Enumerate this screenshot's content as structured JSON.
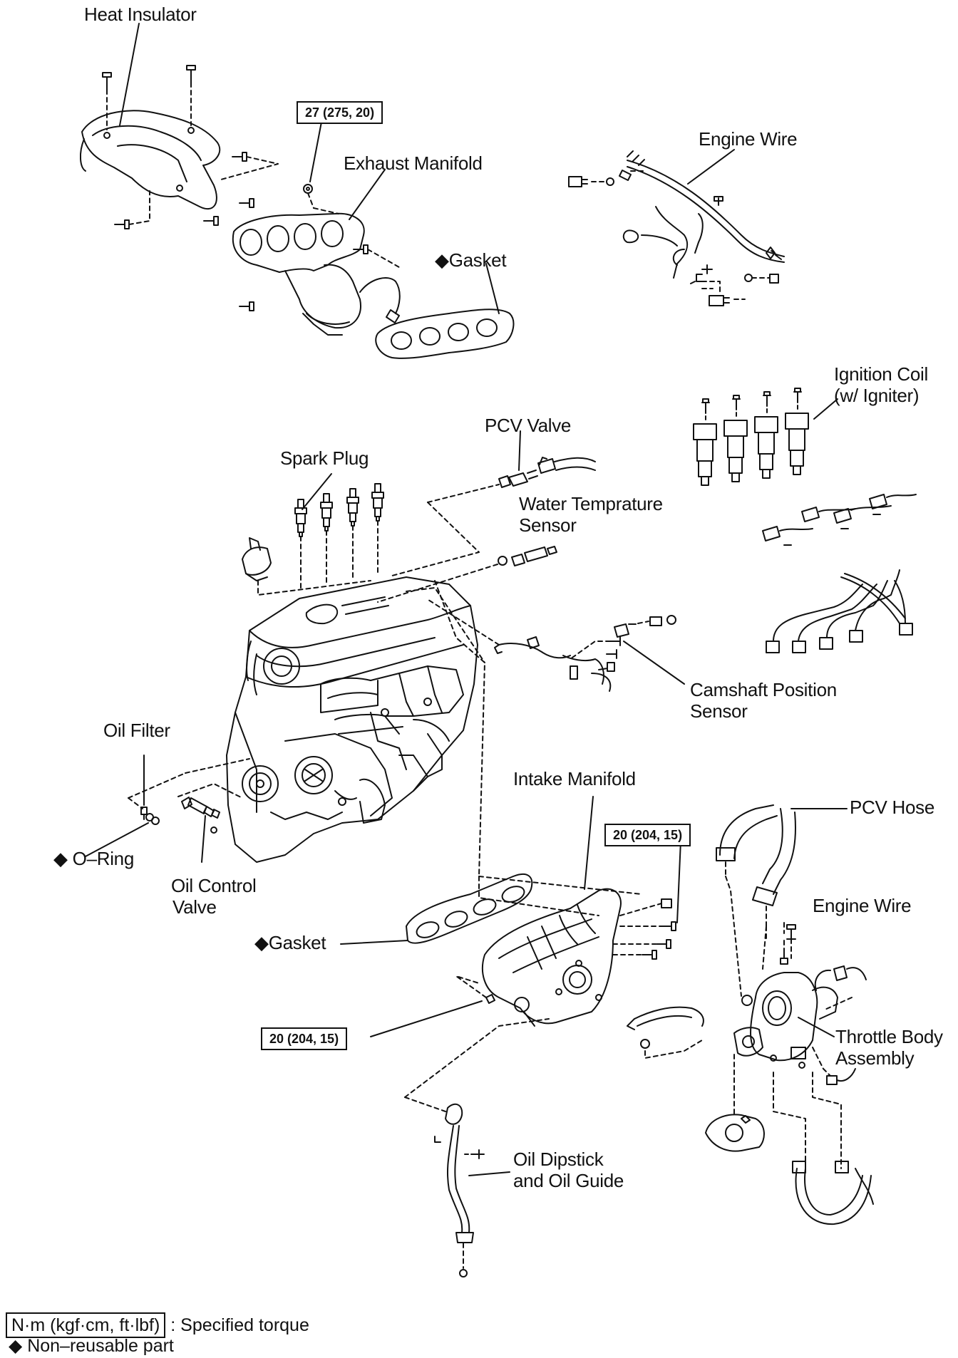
{
  "labels": {
    "heat_insulator": "Heat Insulator",
    "exhaust_manifold": "Exhaust Manifold",
    "gasket_exhaust": "Gasket",
    "engine_wire_top": "Engine Wire",
    "ignition_coil_l1": "Ignition Coil",
    "ignition_coil_l2": "(w/ Igniter)",
    "pcv_valve": "PCV Valve",
    "spark_plug": "Spark Plug",
    "water_temp_l1": "Water Temprature",
    "water_temp_l2": "Sensor",
    "camshaft_l1": "Camshaft Position",
    "camshaft_l2": "Sensor",
    "oil_filter": "Oil Filter",
    "o_ring": "O–Ring",
    "oil_control_l1": "Oil Control",
    "oil_control_l2": "Valve",
    "intake_manifold": "Intake Manifold",
    "pcv_hose": "PCV Hose",
    "engine_wire_lower": "Engine Wire",
    "gasket_intake": "Gasket",
    "throttle_l1": "Throttle Body",
    "throttle_l2": "Assembly",
    "dipstick_l1": "Oil Dipstick",
    "dipstick_l2": "and Oil Guide"
  },
  "torque_specs": {
    "exhaust": "27 (275, 20)",
    "intake_upper": "20 (204, 15)",
    "intake_lower": "20 (204, 15)"
  },
  "legend": {
    "torque_unit": "N·m (kgf·cm, ft·lbf)",
    "torque_desc": ": Specified torque",
    "non_reusable_symbol": "◆",
    "non_reusable_desc": "Non–reusable part"
  },
  "symbols": {
    "non_reusable": "◆"
  }
}
